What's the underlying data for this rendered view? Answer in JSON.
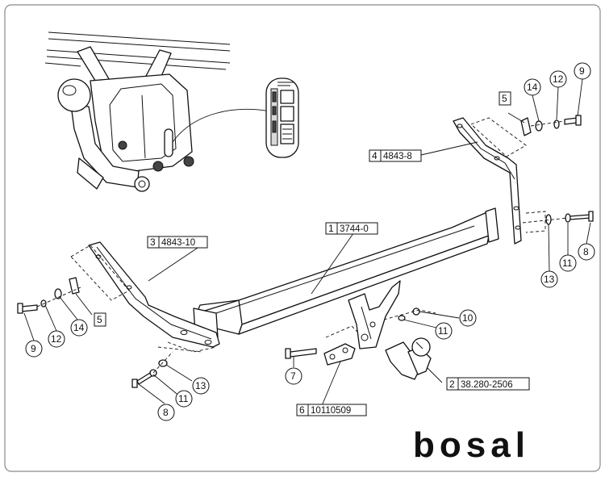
{
  "brand": "bosal",
  "callouts": [
    {
      "num": "1",
      "code": "3744-0"
    },
    {
      "num": "2",
      "code": "38.280-2506"
    },
    {
      "num": "3",
      "code": "4843-10"
    },
    {
      "num": "4",
      "code": "4843-8"
    },
    {
      "num": "6",
      "code": "10110509"
    }
  ],
  "labels": {
    "l5a": "5",
    "l14a": "14",
    "l12a": "12",
    "l9a": "9",
    "l8a": "8",
    "l11a": "11",
    "l13a": "13",
    "l10": "10",
    "l11b": "11",
    "l7": "7",
    "l9b": "9",
    "l12b": "12",
    "l14b": "14",
    "l5b": "5",
    "l13b": "13",
    "l11c": "11",
    "l8b": "8"
  }
}
